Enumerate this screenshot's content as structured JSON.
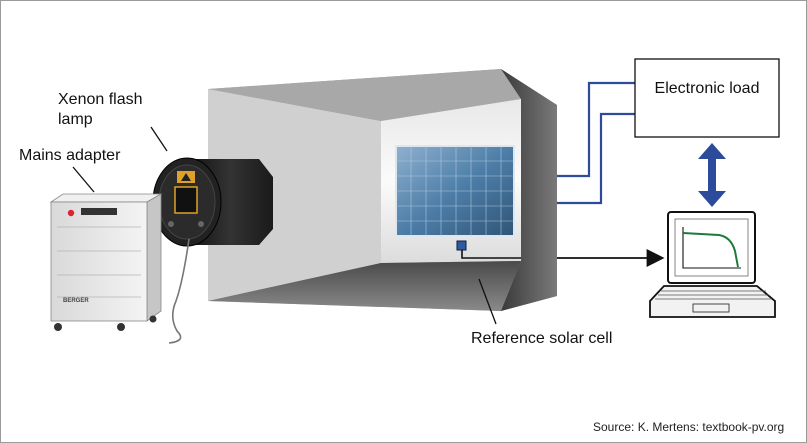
{
  "labels": {
    "xenon_lamp": "Xenon flash lamp",
    "mains_adapter": "Mains adapter",
    "electronic_load": "Electronic load",
    "reference_cell": "Reference solar cell",
    "source": "Source: K. Mertens: textbook-pv.org",
    "adapter_brand": "BERGER"
  },
  "colors": {
    "wire": "#2c4b9a",
    "arrow": "#2c4b9a",
    "signal_line": "#111111",
    "iv_curve": "#1e7a3a",
    "chamber_interior": "#5a5a5a",
    "solar_panel": "#4d7ea8"
  },
  "icons": [
    "xenon-flash-lamp-icon",
    "mains-adapter-cabinet-icon",
    "solar-module-icon",
    "reference-cell-icon",
    "laptop-icon",
    "iv-curve-icon"
  ]
}
